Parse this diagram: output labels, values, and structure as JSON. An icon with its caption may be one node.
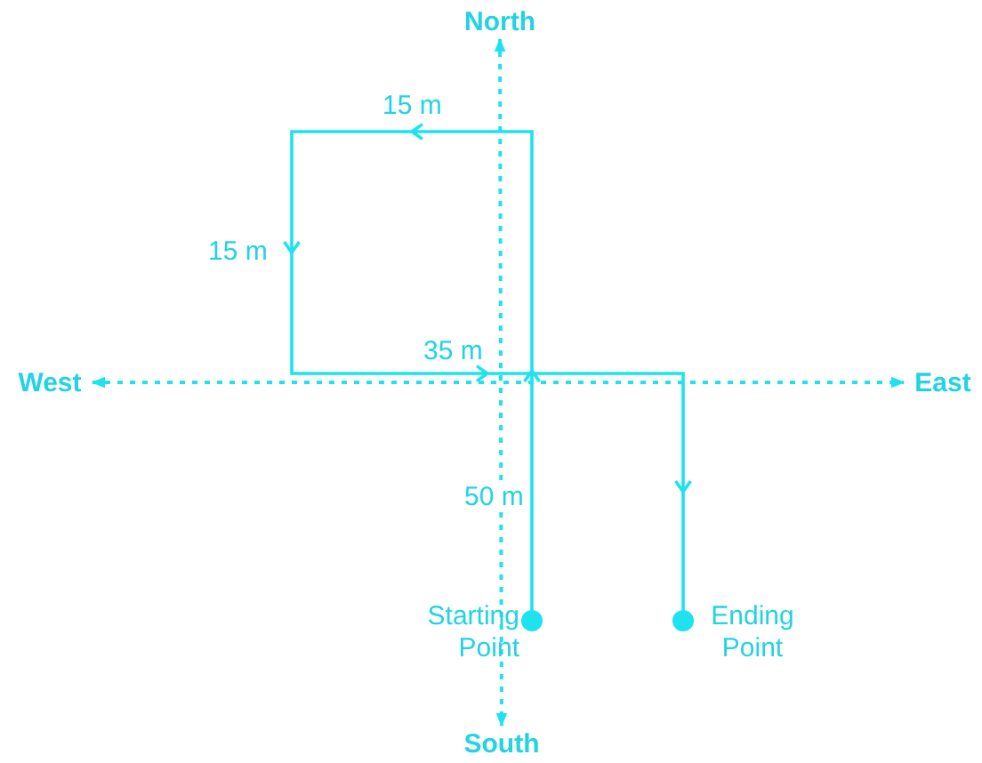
{
  "diagram": {
    "nodes": [
      {
        "text": [
          "North"
        ]
      },
      {
        "text": [
          "South"
        ]
      },
      {
        "text": [
          "West"
        ]
      },
      {
        "text": [
          "East"
        ]
      },
      {
        "text": [],
        "shape": "circle",
        "beside": [
          "Starting Point"
        ]
      },
      {
        "text": [],
        "shape": "circle",
        "beside": [
          "Ending Point"
        ]
      }
    ],
    "edges": [
      {
        "from": 0,
        "to": 1,
        "arrow": "both",
        "style": "dashed"
      },
      {
        "from": 2,
        "to": 3,
        "arrow": "both",
        "style": "dashed"
      },
      {
        "from": 4,
        "to": 5,
        "arrow": "to"
      }
    ],
    "labels": [
      "15 m",
      "15 m",
      "35 m",
      "50 m"
    ]
  }
}
